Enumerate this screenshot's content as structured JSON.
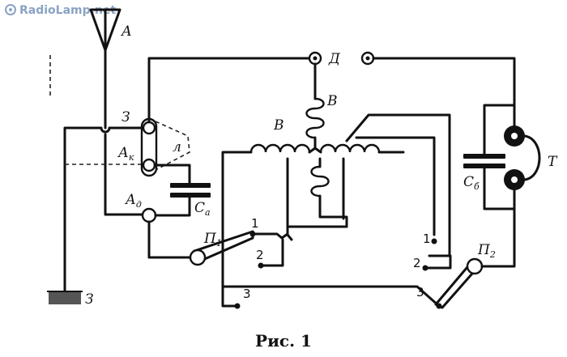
{
  "watermark": "RadioLamp.net",
  "caption": "Рис. 1",
  "labels": {
    "antenna": "А",
    "ground": "З",
    "ground_terminal": "З",
    "terminal_ak_main": "А",
    "terminal_ak_sub": "к",
    "terminal_ad_main": "А",
    "terminal_ad_sub": "д",
    "detector": "Д",
    "coil_b_left": "В",
    "coil_b_top": "В",
    "cap_a_main": "С",
    "cap_a_sub": "а",
    "cap_b_main": "С",
    "cap_b_sub": "б",
    "phones": "Т",
    "switch1_main": "П",
    "switch1_sub": "1",
    "switch2_main": "П",
    "switch2_sub": "2",
    "jumper": "л"
  },
  "contacts": {
    "s1_pos1": "1",
    "s1_pos2": "2",
    "s1_pos3": "3",
    "s2_pos1": "1",
    "s2_pos2": "2",
    "s2_pos3": "3"
  }
}
